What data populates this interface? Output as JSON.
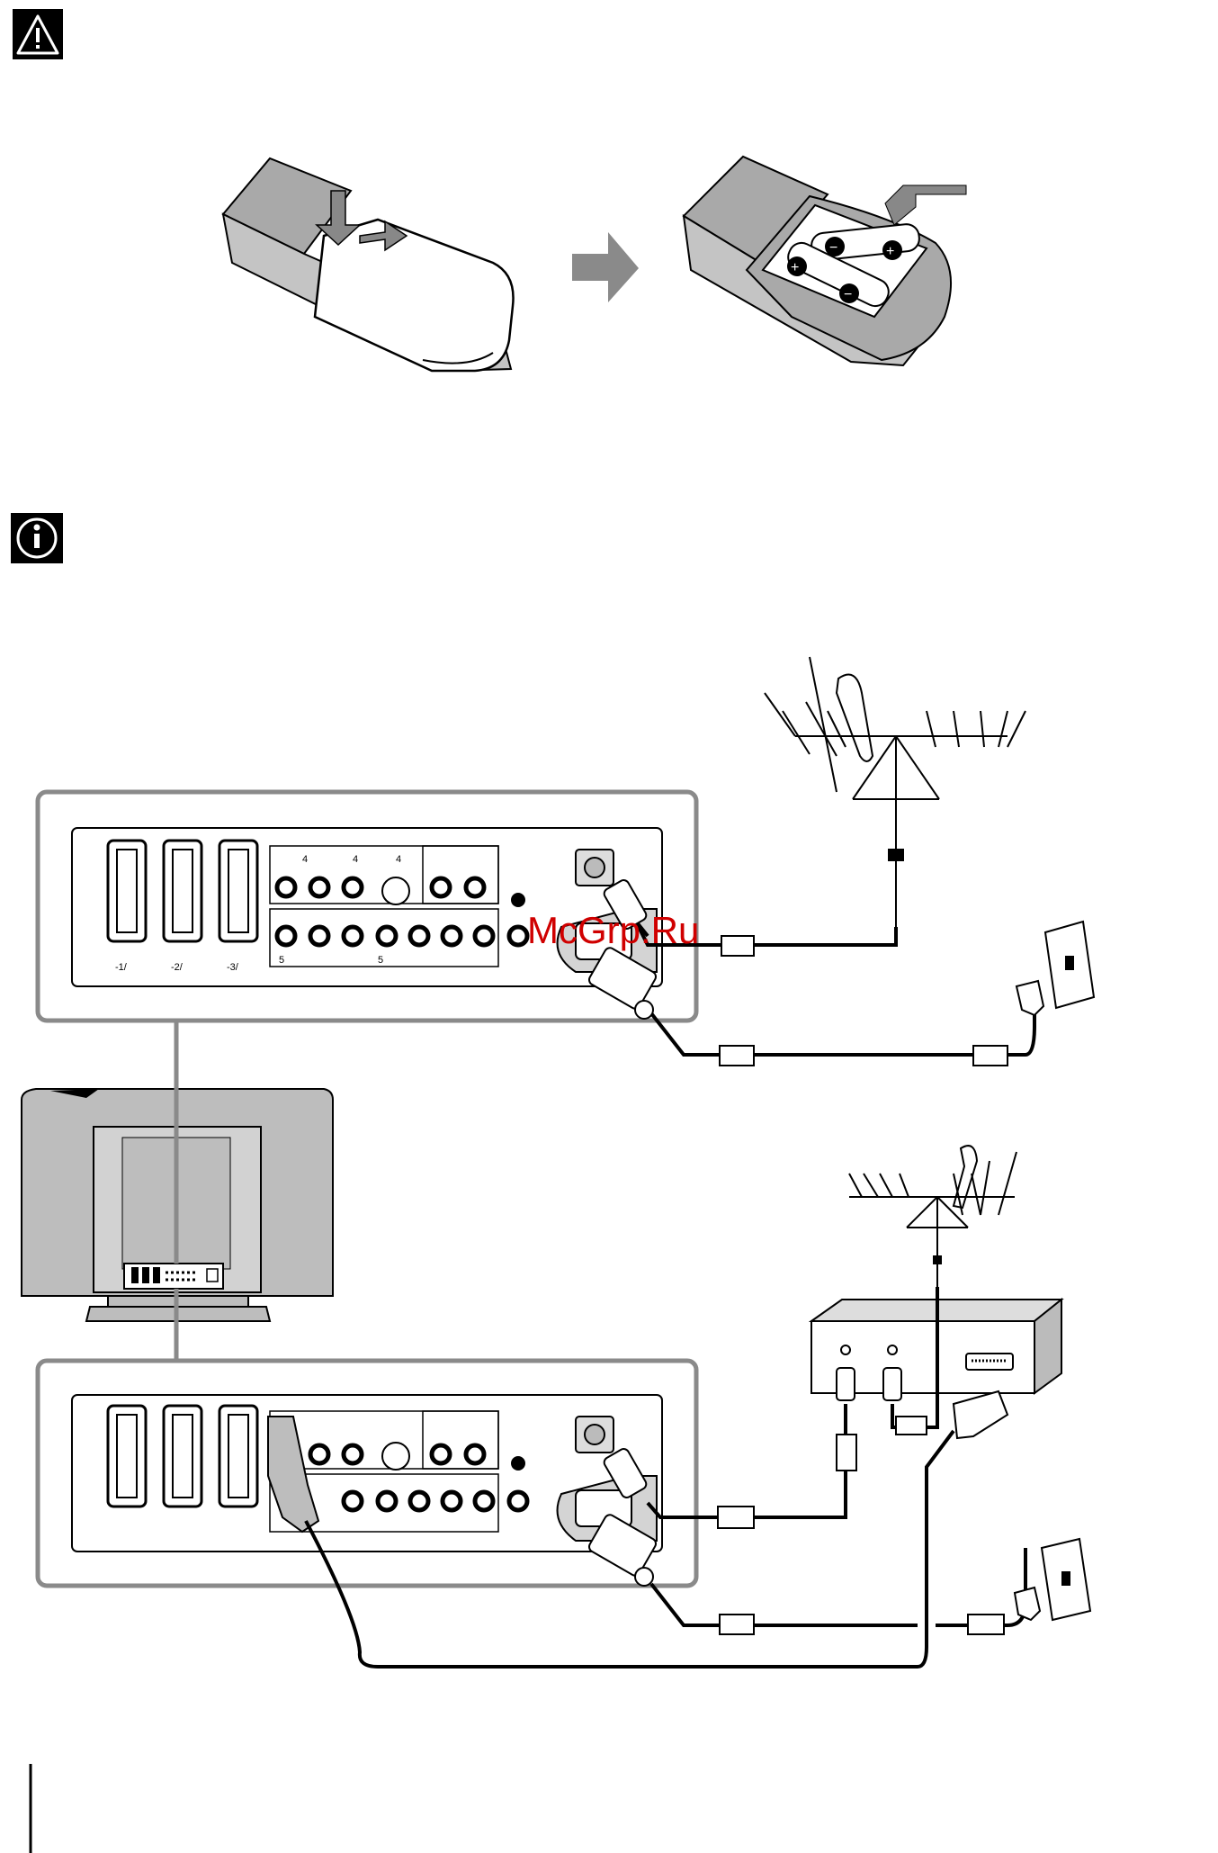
{
  "icons": {
    "warning": "warning-icon",
    "info": "info-icon",
    "arrow": "arrow-right-icon"
  },
  "panel_labels": {
    "scart1": "-1/",
    "scart2": "-2/",
    "scart3": "-3/",
    "in4a": "4",
    "in4b": "4",
    "svideo4": "4",
    "in5": "5",
    "out5": "5"
  },
  "watermark": "McGrp.Ru",
  "colors": {
    "line": "#000000",
    "tv_gray": "#bdbdbd",
    "panel_border": "#8a8a8a",
    "watermark": "#d00000"
  }
}
